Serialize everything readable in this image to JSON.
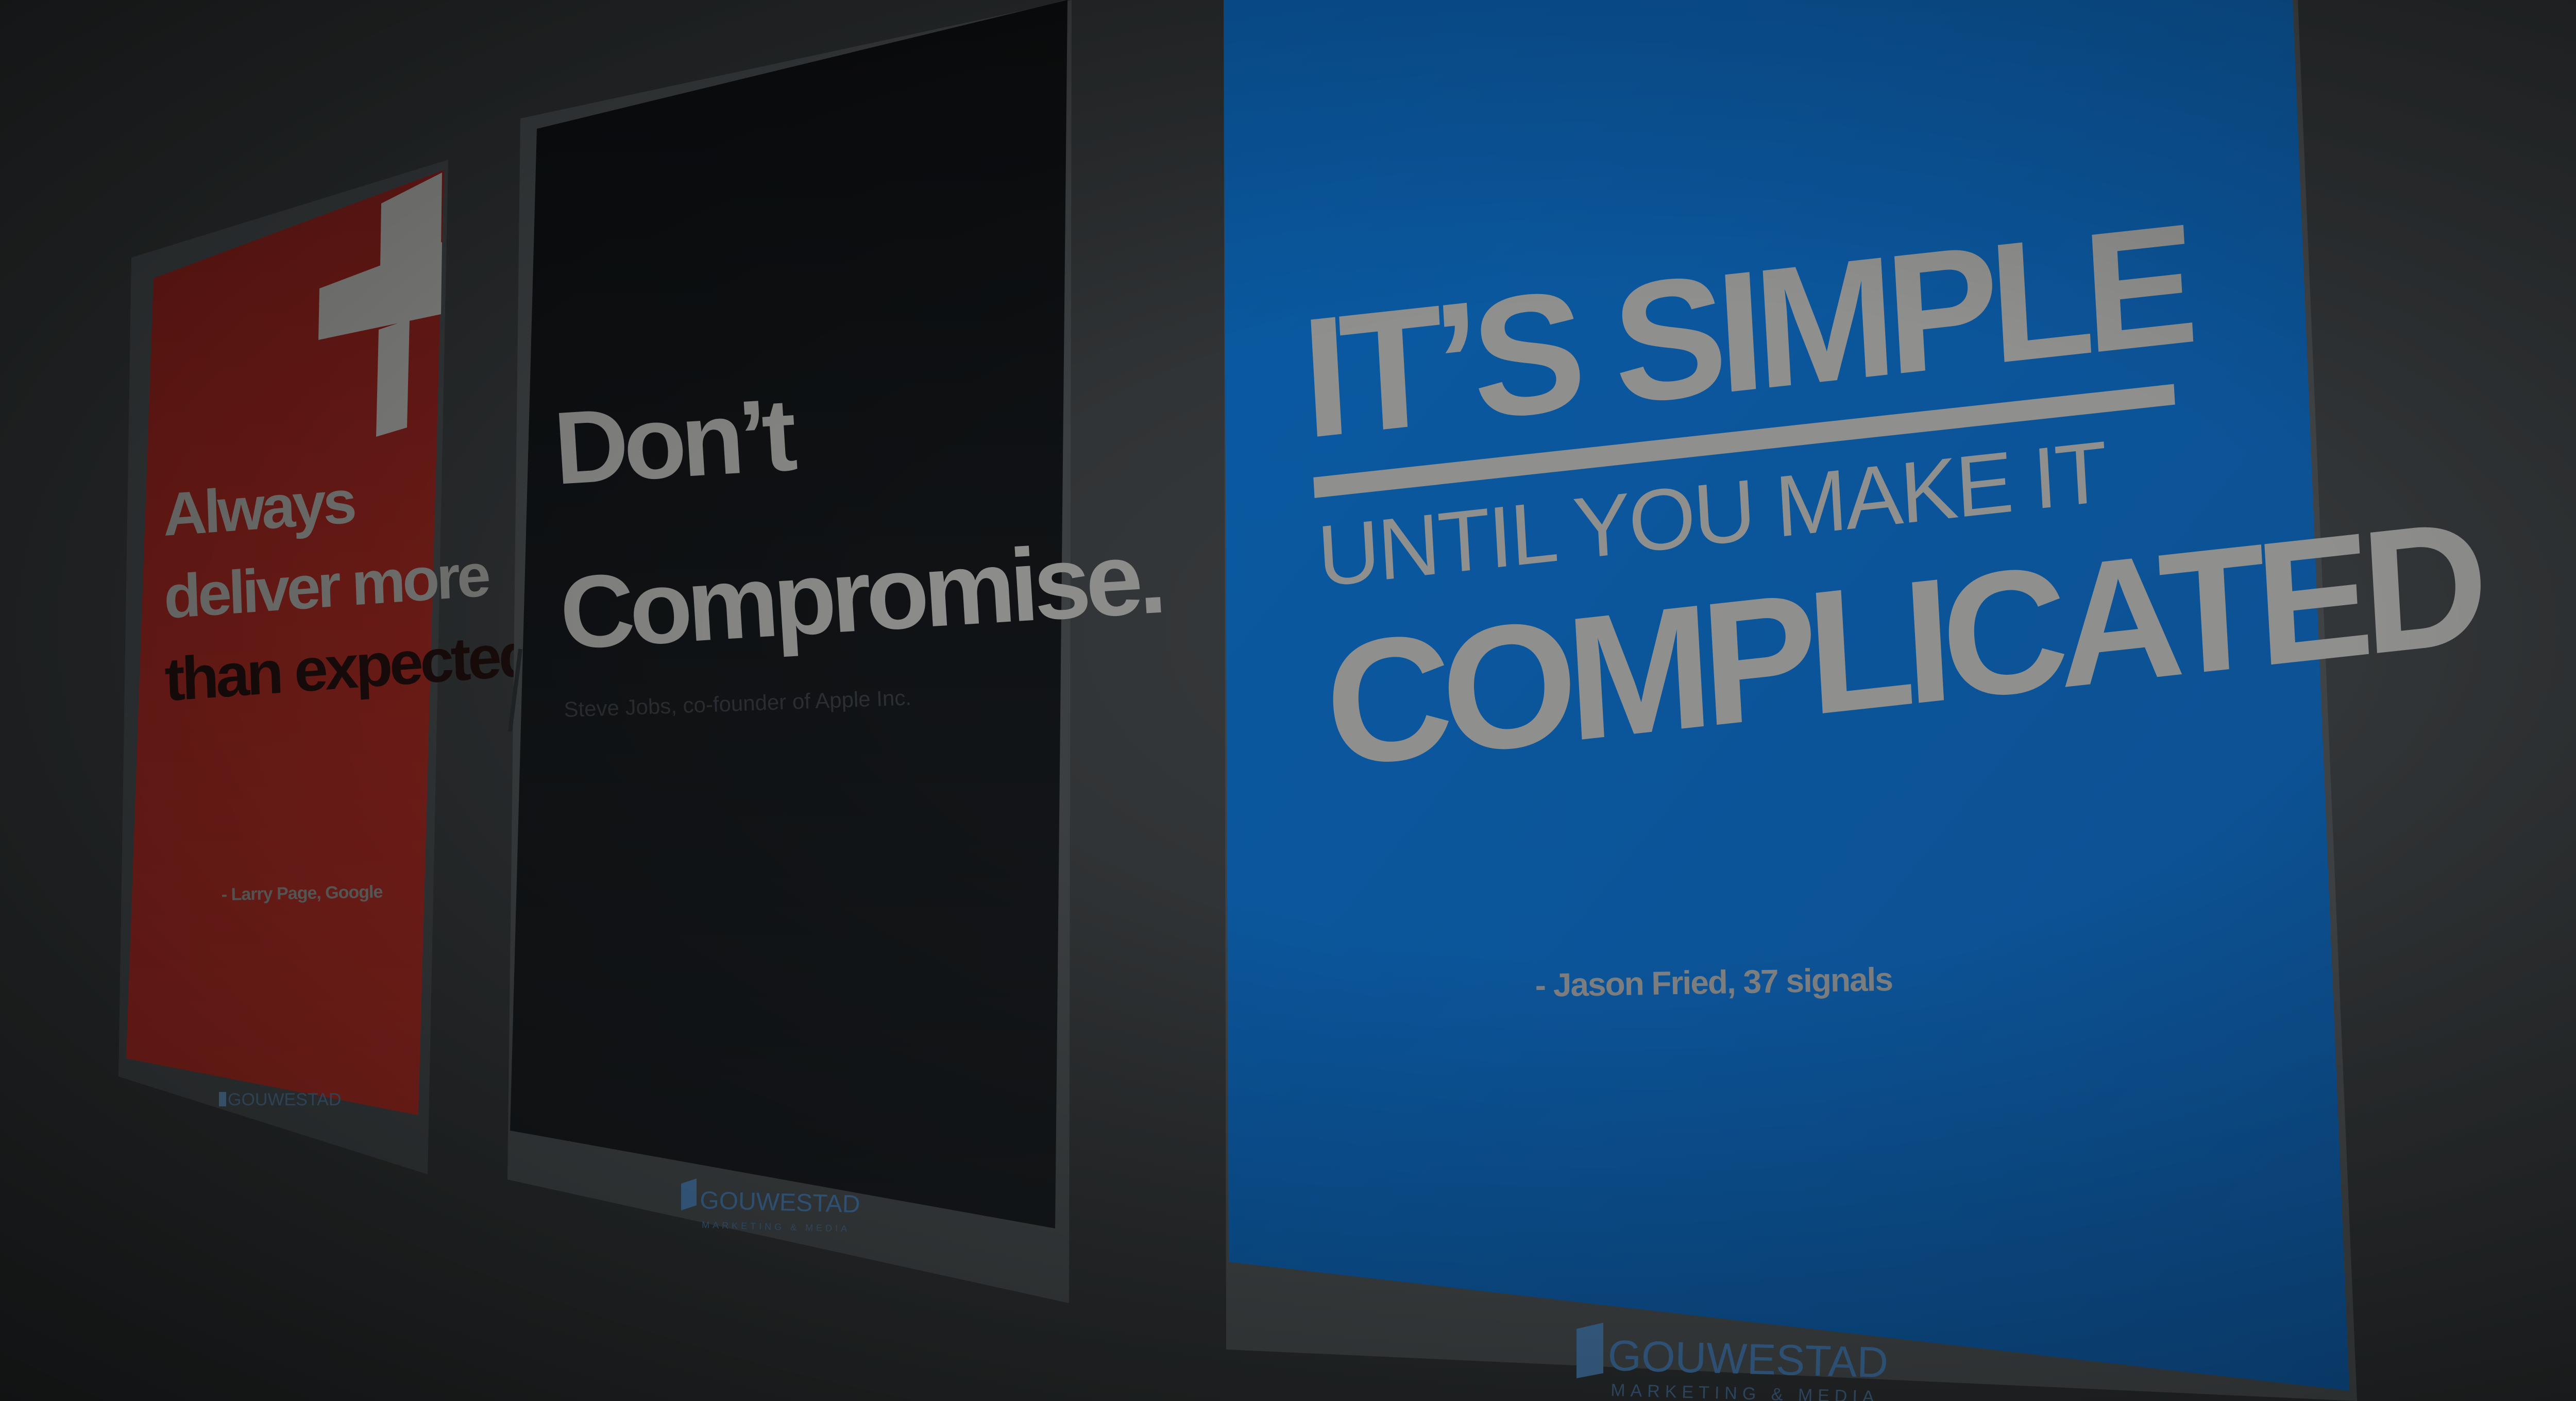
{
  "posters": {
    "red": {
      "color": "#7a1e19",
      "quote_lines": [
        "Always",
        "deliver more",
        "than expected."
      ],
      "attribution": "- Larry Page, Google",
      "logo": "GOUWESTAD",
      "icon": "swiss-cross-icon"
    },
    "black": {
      "color": "#101214",
      "quote_lines": [
        "Don’t",
        "Compromise."
      ],
      "attribution": "Steve Jobs, co-founder of Apple Inc.",
      "logo": "GOUWESTAD",
      "logo_tagline": "MARKETING & MEDIA"
    },
    "blue": {
      "color": "#0b5ea8",
      "line1": "IT’S SIMPLE",
      "line2": "UNTIL YOU MAKE IT",
      "line3": "COMPLICATED",
      "attribution": "- Jason Fried, 37 signals",
      "logo": "GOUWESTAD",
      "logo_tagline": "MARKETING & MEDIA"
    }
  }
}
